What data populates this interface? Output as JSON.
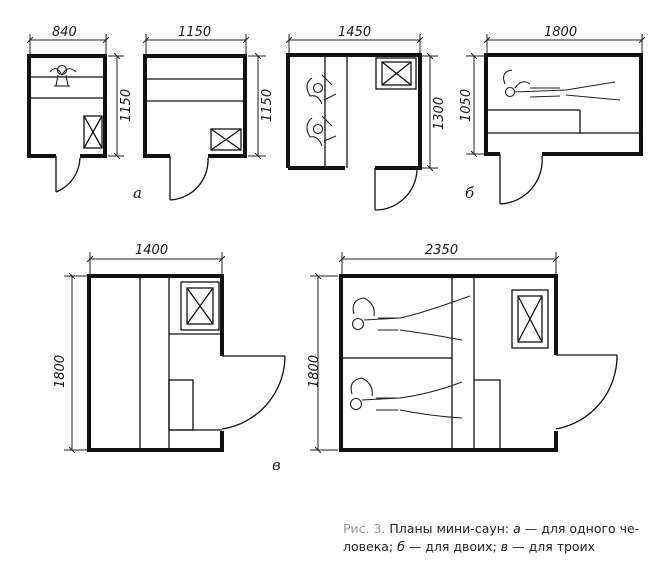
{
  "plans": {
    "a1": {
      "width": "840",
      "height": "1150"
    },
    "a2": {
      "width": "1150",
      "height": "1150",
      "letter": "а"
    },
    "b1": {
      "width": "1450",
      "height": "1300"
    },
    "b2": {
      "width": "1800",
      "height": "1050",
      "letter": "б"
    },
    "c1": {
      "width": "1400",
      "height": "1800",
      "letter": "в"
    },
    "c2": {
      "width": "2350",
      "height": "1800"
    }
  },
  "caption": {
    "label": "Рис. 3.",
    "text1": " Планы мини-саун: ",
    "a": "а",
    "t2": " — для одного че-",
    "t3": "ловека; ",
    "b": "б",
    "t4": " — для двоих; ",
    "c": "в",
    "t5": " — для троих"
  }
}
